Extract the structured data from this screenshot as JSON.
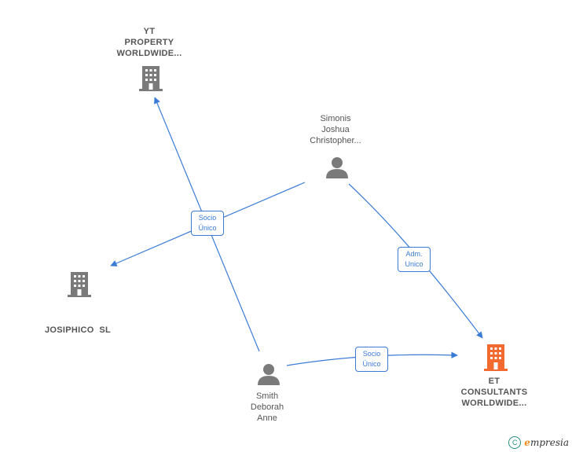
{
  "nodes": {
    "yt_property": {
      "lines": [
        "YT",
        "PROPERTY",
        "WORLDWIDE..."
      ],
      "kind": "company"
    },
    "simonis": {
      "lines": [
        "Simonis",
        "Joshua",
        "Christopher..."
      ],
      "kind": "person"
    },
    "josiphico": {
      "lines": [
        "JOSIPHICO  SL"
      ],
      "kind": "company"
    },
    "smith": {
      "lines": [
        "Smith",
        "Deborah",
        "Anne"
      ],
      "kind": "person"
    },
    "et_consultants": {
      "lines": [
        "ET",
        "CONSULTANTS",
        "WORLDWIDE..."
      ],
      "kind": "company-focus"
    }
  },
  "relations": {
    "socio_unico_1": {
      "line1": "Socio",
      "line2": "Único"
    },
    "adm_unico": {
      "line1": "Adm.",
      "line2": "Unico"
    },
    "socio_unico_2": {
      "line1": "Socio",
      "line2": "Único"
    }
  },
  "colors": {
    "edge": "#3a7bd5",
    "node": "#7a7a7a",
    "focus": "#f26a30"
  },
  "footer": {
    "copyright_symbol": "C",
    "brand_first": "e",
    "brand_rest": "mpresia"
  }
}
